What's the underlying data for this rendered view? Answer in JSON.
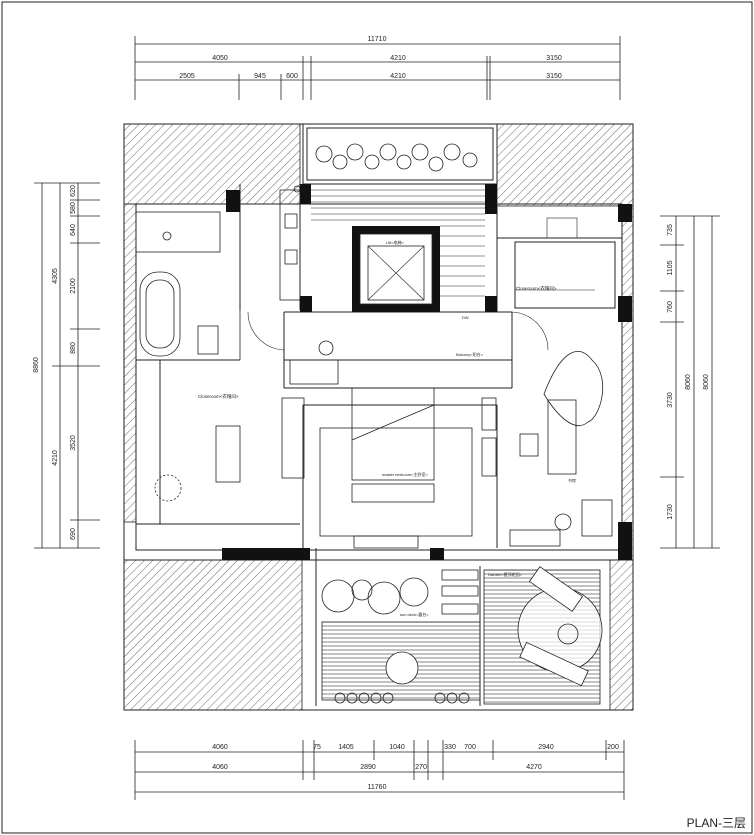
{
  "plan_title": "PLAN-三层",
  "dims": {
    "top": {
      "total": "11710",
      "a": "4050",
      "b": "4210",
      "c": "3150",
      "a1": "2505",
      "a2": "945",
      "a3": "600",
      "b1": "4210",
      "c1": "3150"
    },
    "bottom": {
      "total": "11760",
      "a": "4060",
      "a1": "4060",
      "b1": "75",
      "b2": "1405",
      "b3": "1040",
      "b4": "330",
      "b5": "700",
      "c1": "2940",
      "c2": "200",
      "d1": "2890",
      "d2": "270",
      "d3": "4270"
    },
    "left": {
      "total": "8860",
      "a": "4305",
      "b": "4210",
      "s1": "620",
      "s2": "580",
      "s3": "640",
      "s4": "2100",
      "s5": "880",
      "s6": "3520",
      "s7": "690"
    },
    "right": {
      "total_a": "8060",
      "total_b": "8060",
      "s1": "735",
      "s2": "1105",
      "s3": "760",
      "s4": "3730",
      "s5": "1730"
    }
  },
  "rooms": {
    "closeroom_right": "Closeroom<衣帽间>",
    "closeroom_left": "Closeroom<衣帽间>",
    "lift": "Lift<电梯>",
    "master_bedroom": "master bedroom<主卧室>",
    "balcony": "Balcony<阳台>",
    "study": "书房",
    "garden": "Garden<屋顶花园>",
    "sundeck": "sun deck<露台>",
    "dw": "DW"
  }
}
